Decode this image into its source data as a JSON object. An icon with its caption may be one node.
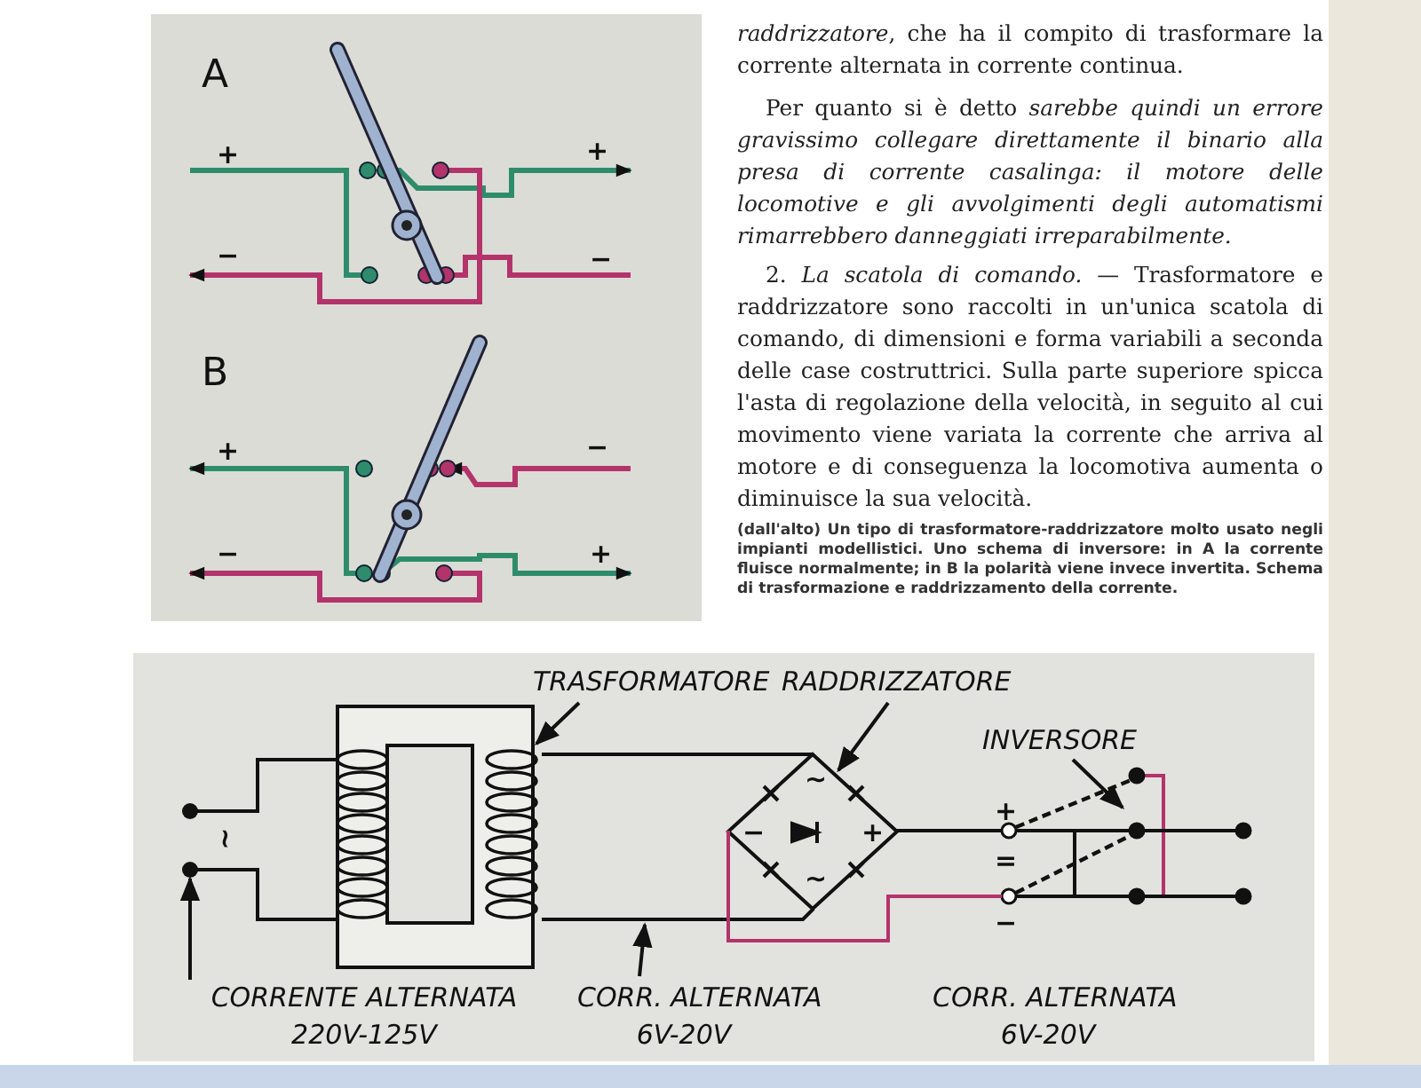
{
  "diagram": {
    "caption": "(dall'alto) Un tipo di trasformatore-raddrizzatore molto usato negli impianti modellistici. Uno schema di inversore: in A la corrente fluisce normalmente; in B la polarità viene invece invertita. Schema di trasformazione e raddrizzamento della corrente.",
    "nodes": [
      {
        "text": [
          "TRASFORMATORE"
        ]
      },
      {
        "text": [],
        "shape": "picture"
      },
      {
        "text": [
          "RADDRIZZATORE"
        ]
      },
      {
        "text": [],
        "shape": "diamond"
      },
      {
        "text": [
          "INVERSORE"
        ]
      },
      {
        "text": [],
        "shape": "picture"
      },
      {
        "text": [
          "CORRENTE ALTERNATA",
          "220V-125V"
        ]
      },
      {
        "text": [],
        "shape": "circle"
      },
      {
        "text": [
          "CORR. ALTERNATA",
          "6V-20V"
        ]
      },
      {
        "text": [],
        "shape": "circle"
      }
    ],
    "edges": [
      {
        "from": 0,
        "to": 1,
        "arrow": "to"
      },
      {
        "from": 2,
        "to": 3,
        "arrow": "to"
      },
      {
        "from": 4,
        "to": 5,
        "arrow": "to"
      },
      {
        "from": 6,
        "to": 9,
        "arrow": "to"
      },
      {
        "from": 8,
        "to": null,
        "arrow": "to"
      },
      {
        "from": 7,
        "to": 1,
        "arrow": "none"
      },
      {
        "from": 9,
        "to": 1,
        "arrow": "none"
      },
      {
        "from": 1,
        "to": 3,
        "arrow": "none"
      },
      {
        "from": 1,
        "to": 3,
        "arrow": "none"
      },
      {
        "from": 3,
        "to": 5,
        "arrow": "none"
      },
      {
        "from": 3,
        "to": 5,
        "arrow": "none",
        "color": "#b3336b"
      }
    ],
    "labels": [
      "*raddrizzatore*, che ha il compito di trasformare la corrente alternata in corrente continua.",
      "Per quanto si è detto *sarebbe quindi un errore gravissimo collegare direttamente il binario alla presa di corrente casalinga: il motore delle locomotive e gli avvolgimenti degli automatismi rimarrebbero danneggiati irreparabilmente.*",
      "2. *La scatola di comando.* — Trasformatore e raddrizzatore sono raccolti in un'unica scatola di comando, di dimensioni e forma variabili a seconda delle case costruttrici. Sulla parte superiore spicca l'asta di regolazione della velocità, in seguito al cui movimento viene variata la corrente che arriva al motore e di conseguenza la locomotiva aumenta o diminuisce la sua velocità.",
      "A",
      "+",
      "+",
      "−",
      "−",
      "B",
      "+",
      "−",
      "−",
      "+",
      "~",
      "~",
      "−",
      "+",
      "~",
      "+",
      "=",
      "−",
      "CORR. ALTERNATA",
      "6V-20V"
    ]
  }
}
